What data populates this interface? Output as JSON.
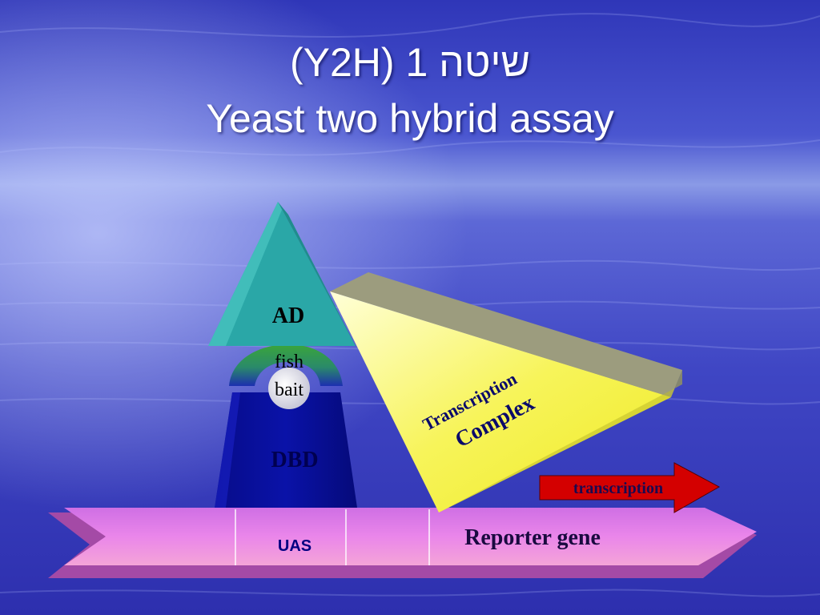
{
  "slide": {
    "title_line1": "(Y2H) 1 שיטה",
    "title_line2": "Yeast two hybrid assay"
  },
  "diagram": {
    "ad_label": "AD",
    "fish_label": "fish",
    "bait_label": "bait",
    "dbd_label": "DBD",
    "complex_line1": "Transcription",
    "complex_line2": "Complex",
    "arrow_label": "transcription",
    "uas_label": "UAS",
    "reporter_label": "Reporter gene"
  },
  "colors": {
    "background": "#3a3fc2",
    "ad_triangle": "#2aa7a7",
    "fish": "#2f8f2f",
    "dbd": "#0a10a0",
    "complex_face": "#f4f24a",
    "complex_top": "#9c9c7e",
    "arrow": "#d40000",
    "dna_band": "#e27ae8"
  }
}
